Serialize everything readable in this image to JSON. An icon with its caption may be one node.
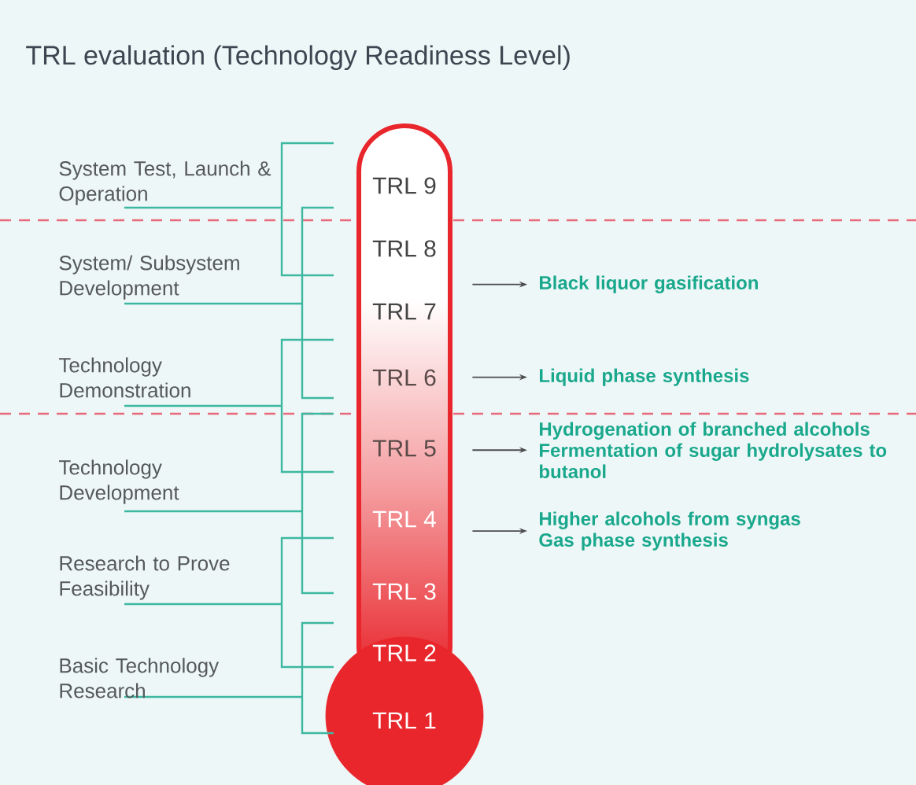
{
  "diagram": {
    "title": "TRL evaluation (Technology Readiness Level)",
    "nodes": [
      {
        "text": [
          "TRL 9",
          "TRL 8",
          "TRL 7",
          "TRL 6",
          "TRL 5",
          "TRL 4",
          "TRL 3",
          "TRL 2",
          "TRL 1"
        ]
      },
      {
        "text": [
          "Black liquor gasification"
        ]
      },
      {
        "text": [
          "Liquid phase synthesis"
        ]
      },
      {
        "text": [
          "Hydrogenation of branched alcohols",
          "Fermentation of sugar hydrolysates to butanol"
        ]
      },
      {
        "text": [
          "Higher alcohols from syngas",
          "Gas phase synthesis"
        ]
      }
    ],
    "edges": [
      {
        "from": 0,
        "to": 1,
        "arrow": "to"
      },
      {
        "from": 0,
        "to": 2,
        "arrow": "to"
      },
      {
        "from": 0,
        "to": 3,
        "arrow": "to"
      },
      {
        "from": 0,
        "to": 4,
        "arrow": "to"
      }
    ],
    "labels": [
      "System Test, Launch & Operation",
      "System/ Subsystem Development",
      "Technology Demonstration",
      "Technology Development",
      "Research to Prove Feasibility",
      "Basic Technology Research"
    ]
  }
}
